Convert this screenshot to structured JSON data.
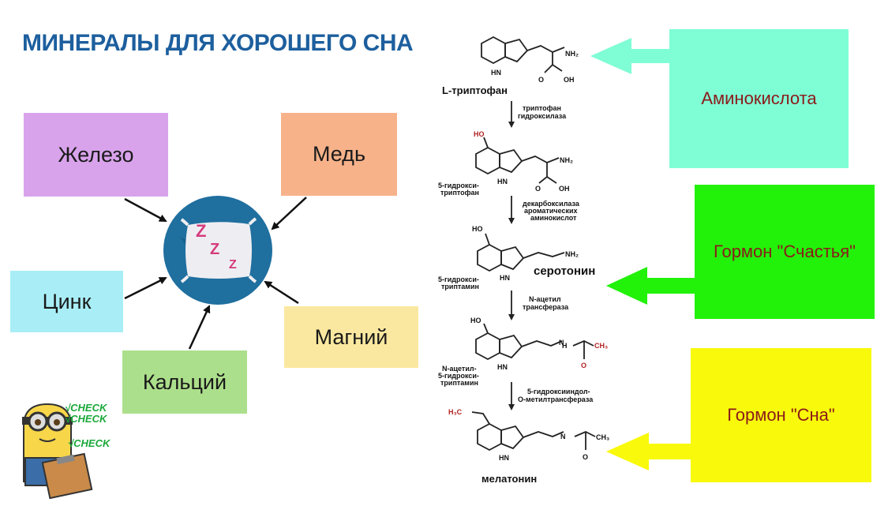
{
  "title": "МИНЕРАЛЫ ДЛЯ ХОРОШЕГО СНА",
  "minerals": {
    "iron": "Железо",
    "copper": "Медь",
    "zinc": "Цинк",
    "calcium": "Кальций",
    "magnesium": "Магний"
  },
  "center_icon": "sleeping-pillow-icon",
  "center_letters": [
    "Z",
    "Z",
    "Z"
  ],
  "pathway": {
    "tryptophan": "L-триптофан",
    "enzyme1": [
      "триптофан",
      "гидроксилаза"
    ],
    "hydroxytryptophan": [
      "5-гидрокси-",
      "триптофан"
    ],
    "enzyme2": [
      "декарбоксилаза",
      "ароматических",
      "аминокислот"
    ],
    "serotonin": "серотонин",
    "hydroxytryptamine": [
      "5-гидрокси-",
      "триптамин"
    ],
    "enzyme3": [
      "N-ацетил",
      "трансфераза"
    ],
    "acetyl": [
      "N-ацетил-",
      "5-гидрокси-",
      "триптамин"
    ],
    "enzyme4": [
      "5-гидроксииндол-",
      "О-метилтрансфераза"
    ],
    "melatonin": "мелатонин",
    "groups": {
      "nh2": "NH₂",
      "nh": "HN",
      "oh": "OH",
      "o": "O",
      "ho": "HO",
      "ch3": "CH₃",
      "h3c": "H₃C"
    }
  },
  "labels": {
    "amino": "Аминокислота",
    "happy": "Гормон \"Счастья\"",
    "sleep": "Гормон \"Сна\""
  },
  "mascot": {
    "badges": [
      "√CHECK",
      "√CHECK",
      "√CHECK"
    ]
  },
  "colors": {
    "title": "#1d5f9e",
    "iron": "#d9a3ec",
    "copper": "#f7b28a",
    "zinc": "#a9eef7",
    "calcium": "#acdf8b",
    "magnesium": "#fbe8a0",
    "amino": "#7ffdd5",
    "happy": "#22f10a",
    "sleep": "#f9f90b",
    "hormone_text": "#8b1a1a",
    "circle": "#1f6f9f"
  }
}
